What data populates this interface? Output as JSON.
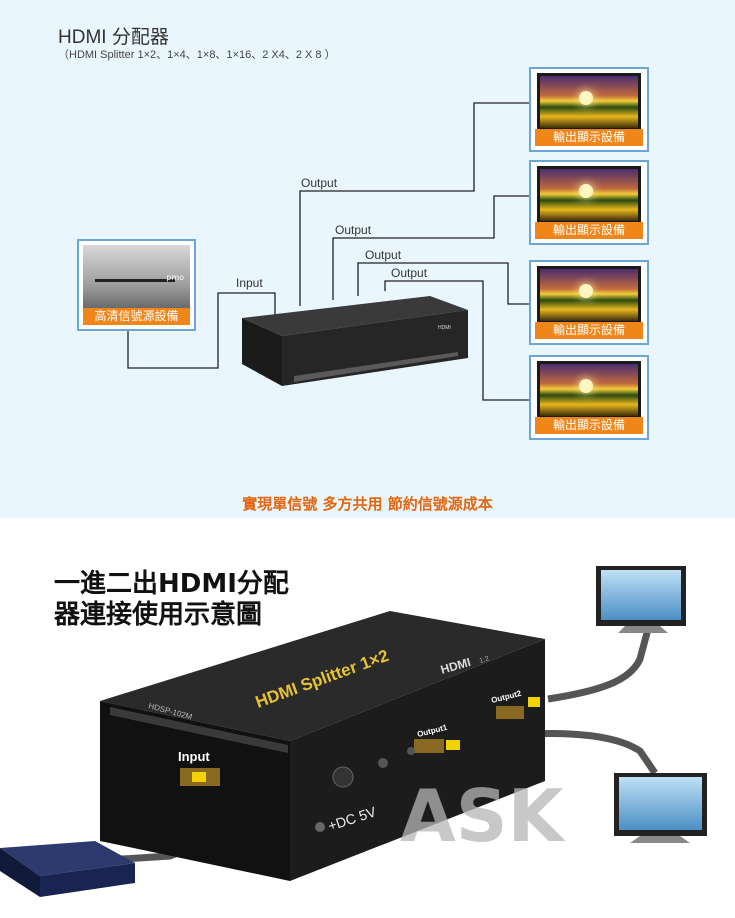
{
  "top": {
    "title": "HDMI 分配器",
    "subtitle": "（HDMI Splitter 1×2、1×4、1×8、1×16、2 X4、2 X 8 ）",
    "input_label": "Input",
    "output_labels": [
      "Output",
      "Output",
      "Output",
      "Output"
    ],
    "source_label": "高清信號源設備",
    "source_brand": "pmo",
    "tv_labels": [
      "輸出顯示設備",
      "輸出顯示設備",
      "輸出顯示設備",
      "輸出顯示設備"
    ],
    "slogan": "實現單信號 多方共用 節約信號源成本"
  },
  "bottom": {
    "heading_line1": "一進二出HDMI分配",
    "heading_line2": "器連接使用示意圖",
    "device_title": "HDMI Splitter 1×2",
    "device_model": "HDSP-102M",
    "device_logo": "HDMI",
    "device_logo_suffix": "1:2",
    "port_input": "Input",
    "port_output1": "Output1",
    "port_output2": "Output2",
    "power_label": "+DC 5V",
    "watermark": "ASK"
  },
  "colors": {
    "accent_orange": "#f08519",
    "frame_blue": "#6aa6d8",
    "slogan_orange": "#e2660f"
  }
}
